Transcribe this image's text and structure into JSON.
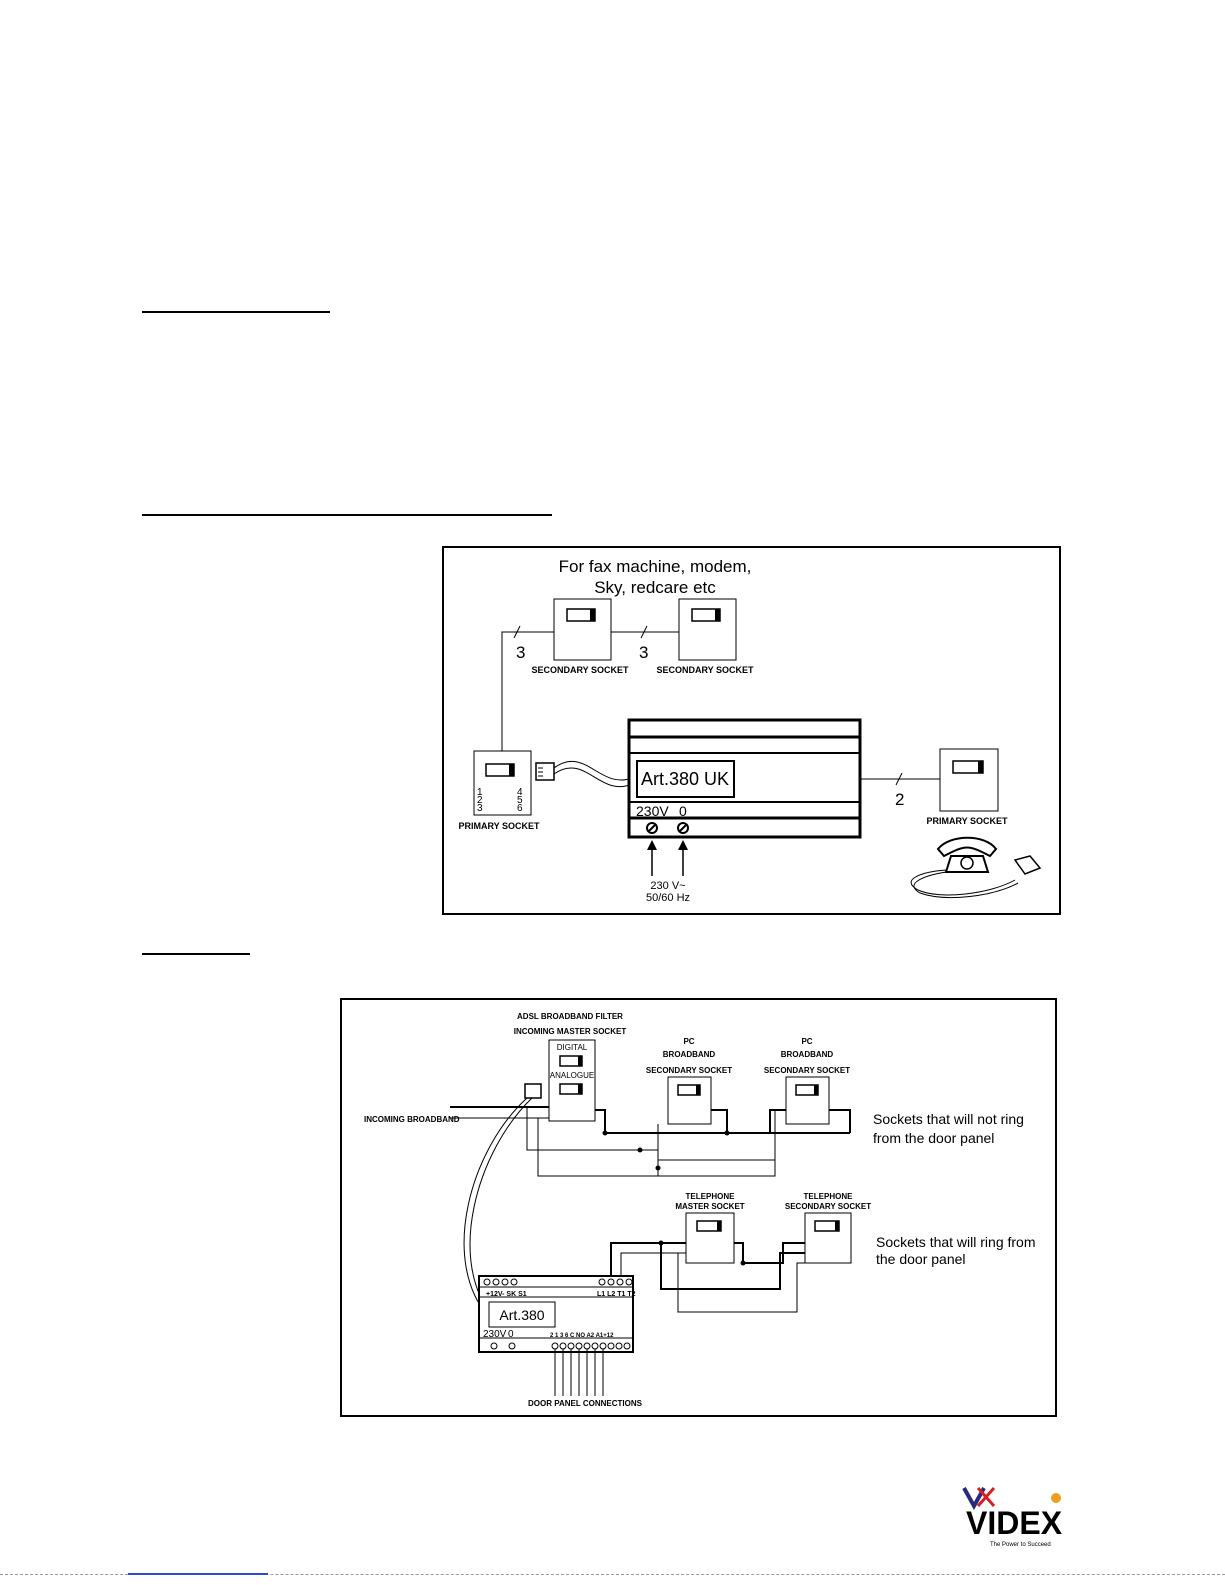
{
  "diagram1": {
    "title_line1": "For fax machine, modem,",
    "title_line2": "Sky, redcare etc",
    "secondary_socket_label": "SECONDARY SOCKET",
    "primary_socket_label": "PRIMARY SOCKET",
    "wire_count_a": "3",
    "wire_count_b": "3",
    "wire_count_c": "2",
    "unit_label": "Art.380 UK",
    "terminal_230v": "230V",
    "terminal_0": "0",
    "supply_line1": "230 V~",
    "supply_line2": "50/60 Hz",
    "pins_left": "1 2 3",
    "pins_right": "4 5 6"
  },
  "diagram2": {
    "adsl_label_line1": "ADSL BROADBAND FILTER",
    "adsl_label_line2": "INCOMING MASTER SOCKET",
    "digital_label": "DIGITAL",
    "analogue_label": "ANALOGUE",
    "pc_label": "PC",
    "broadband_label": "BROADBAND",
    "secondary_socket_label": "SECONDARY SOCKET",
    "incoming_broadband": "INCOMING BROADBAND",
    "no_ring_line1": "Sockets that will not ring",
    "no_ring_line2": "from the door panel",
    "telephone_label": "TELEPHONE",
    "master_socket_label": "MASTER SOCKET",
    "ring_line1": "Sockets that will ring from",
    "ring_line2": "the door panel",
    "unit_label": "Art.380",
    "top_terminals_left": "+12V-  SK  S1",
    "top_terminals_right": "L1 L2  T1 T2",
    "bottom_terminals": "2  1  3  6  C  NO A2  A1+12",
    "terminal_230v": "230V",
    "terminal_0": "0",
    "door_panel": "DOOR  PANEL  CONNECTIONS"
  },
  "logo": {
    "brand": "VIDEX",
    "tagline": "The Power to Succeed"
  }
}
